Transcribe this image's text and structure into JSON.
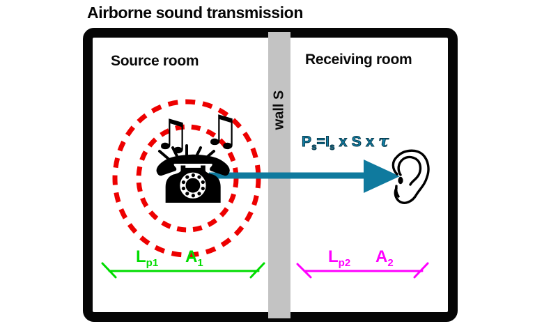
{
  "title": "Airborne sound transmission",
  "rooms": {
    "source": {
      "label": "Source room"
    },
    "receiving": {
      "label": "Receiving room"
    }
  },
  "wall": {
    "label": "wall S"
  },
  "formula": {
    "P": "P",
    "P_sub": "s",
    "equals": "=",
    "I": "I",
    "I_sub": "s",
    "times1": " x ",
    "S": "S",
    "times2": " x ",
    "tau": "τ"
  },
  "measurements": {
    "source": {
      "lp": "L",
      "lp_sub": "p1",
      "a": "A",
      "a_sub": "1"
    },
    "receiving": {
      "lp": "L",
      "lp_sub": "p2",
      "a": "A",
      "a_sub": "2"
    }
  },
  "icons": {
    "phone": "☎",
    "music_notes_left": "♫",
    "music_notes_right": "♫",
    "sound_source": "telephone-icon",
    "listener": "ear-icon",
    "waves": "dashed-sound-wave-circles",
    "arrow": "sound-transmission-arrow"
  },
  "colors": {
    "sound_waves": "#ED0000",
    "arrow": "#0F7A9E",
    "formula_text": "#117FA6",
    "source_measure": "#00DC00",
    "receiving_measure": "#FF00FF",
    "wall_fill": "#C3C3C3",
    "outline": "#060606"
  }
}
